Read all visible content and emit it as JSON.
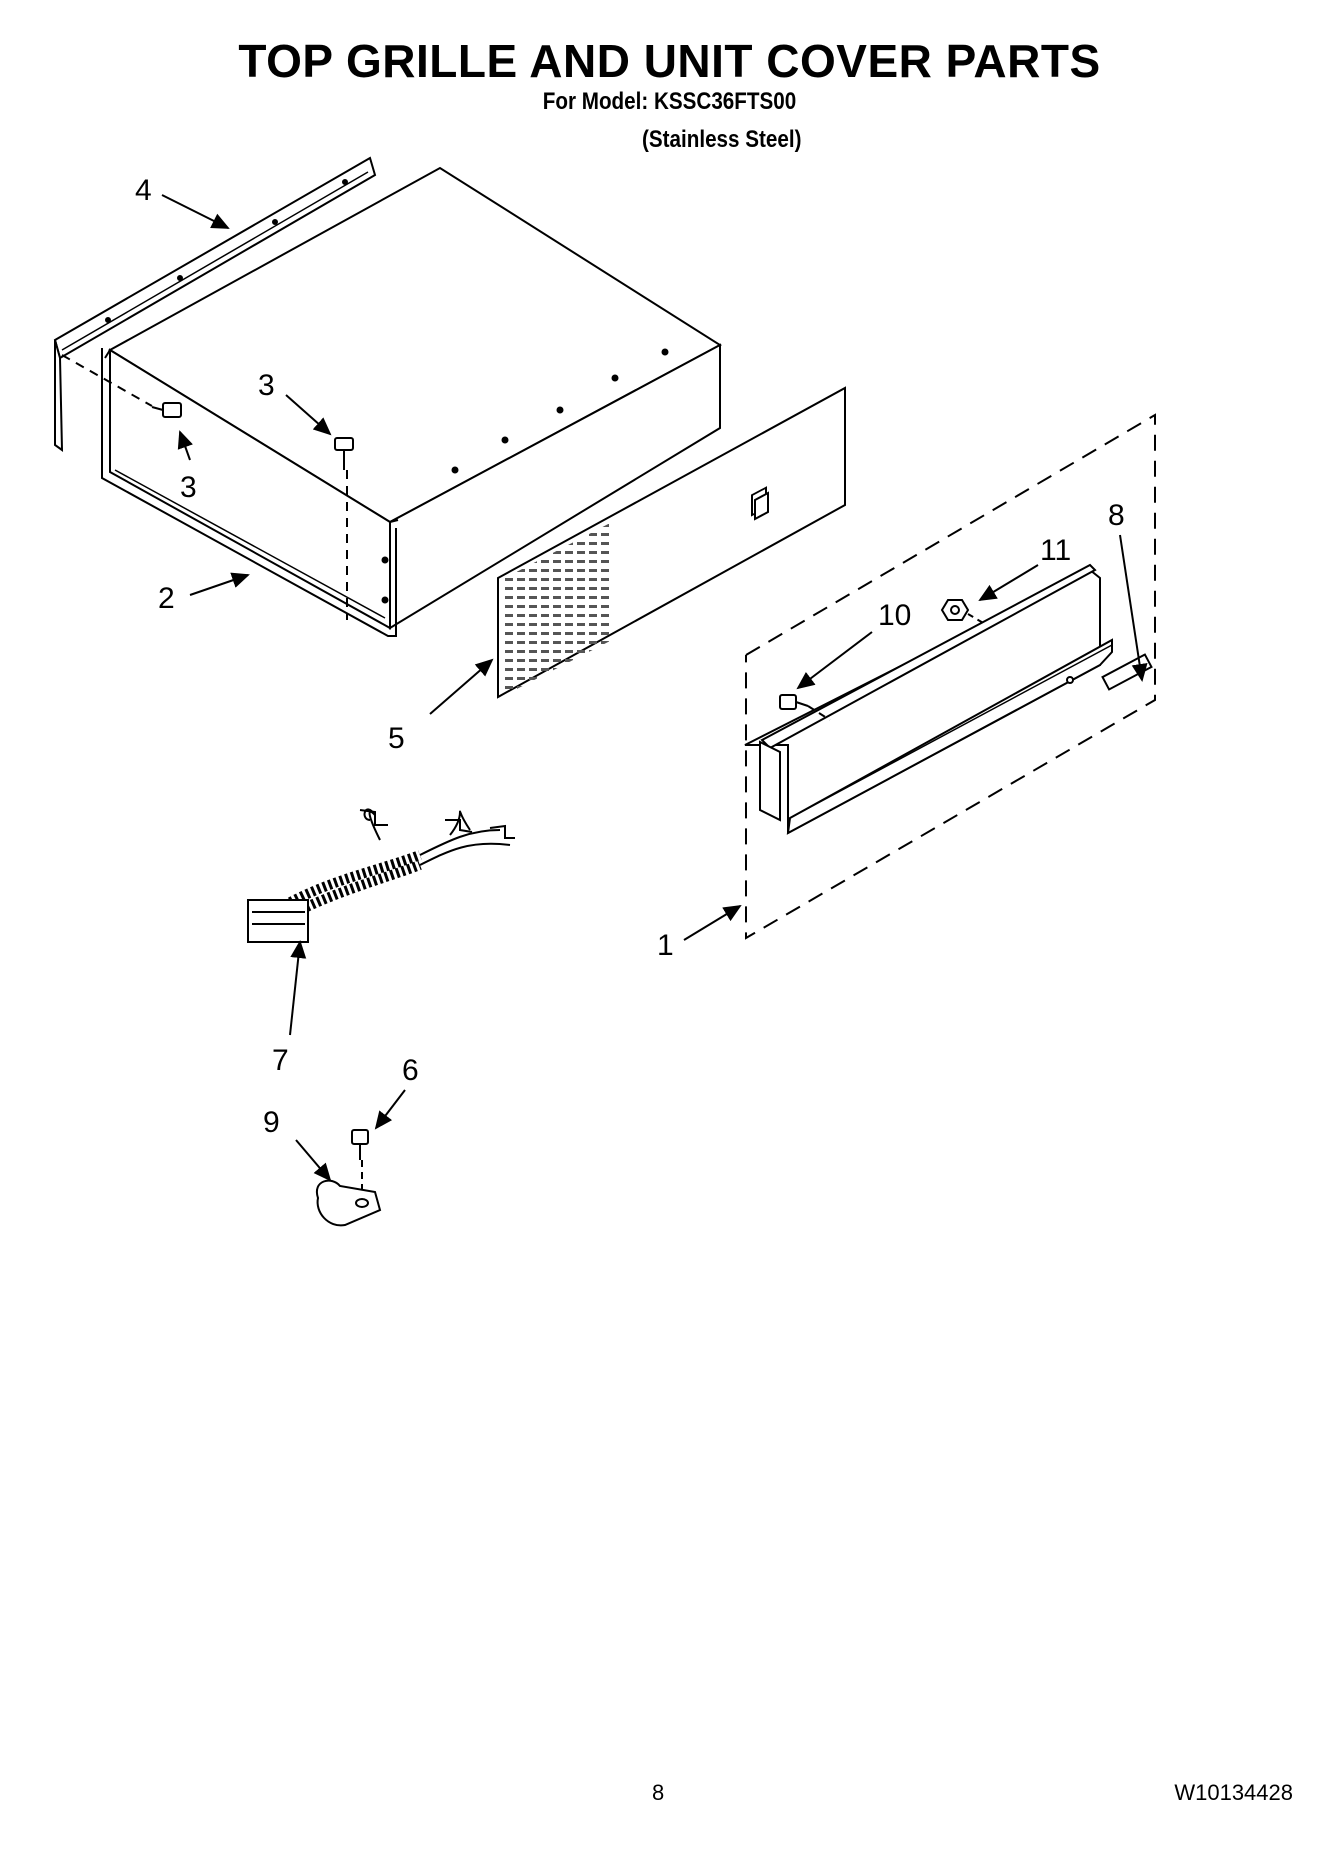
{
  "header": {
    "title": "TOP GRILLE AND UNIT COVER PARTS",
    "model_line": "For Model: KSSC36FTS00",
    "finish": "(Stainless Steel)"
  },
  "callouts": [
    "4",
    "3",
    "3",
    "2",
    "5",
    "8",
    "11",
    "10",
    "1",
    "7",
    "6",
    "9"
  ],
  "footer": {
    "page_number": "8",
    "document_number": "W10134428"
  }
}
